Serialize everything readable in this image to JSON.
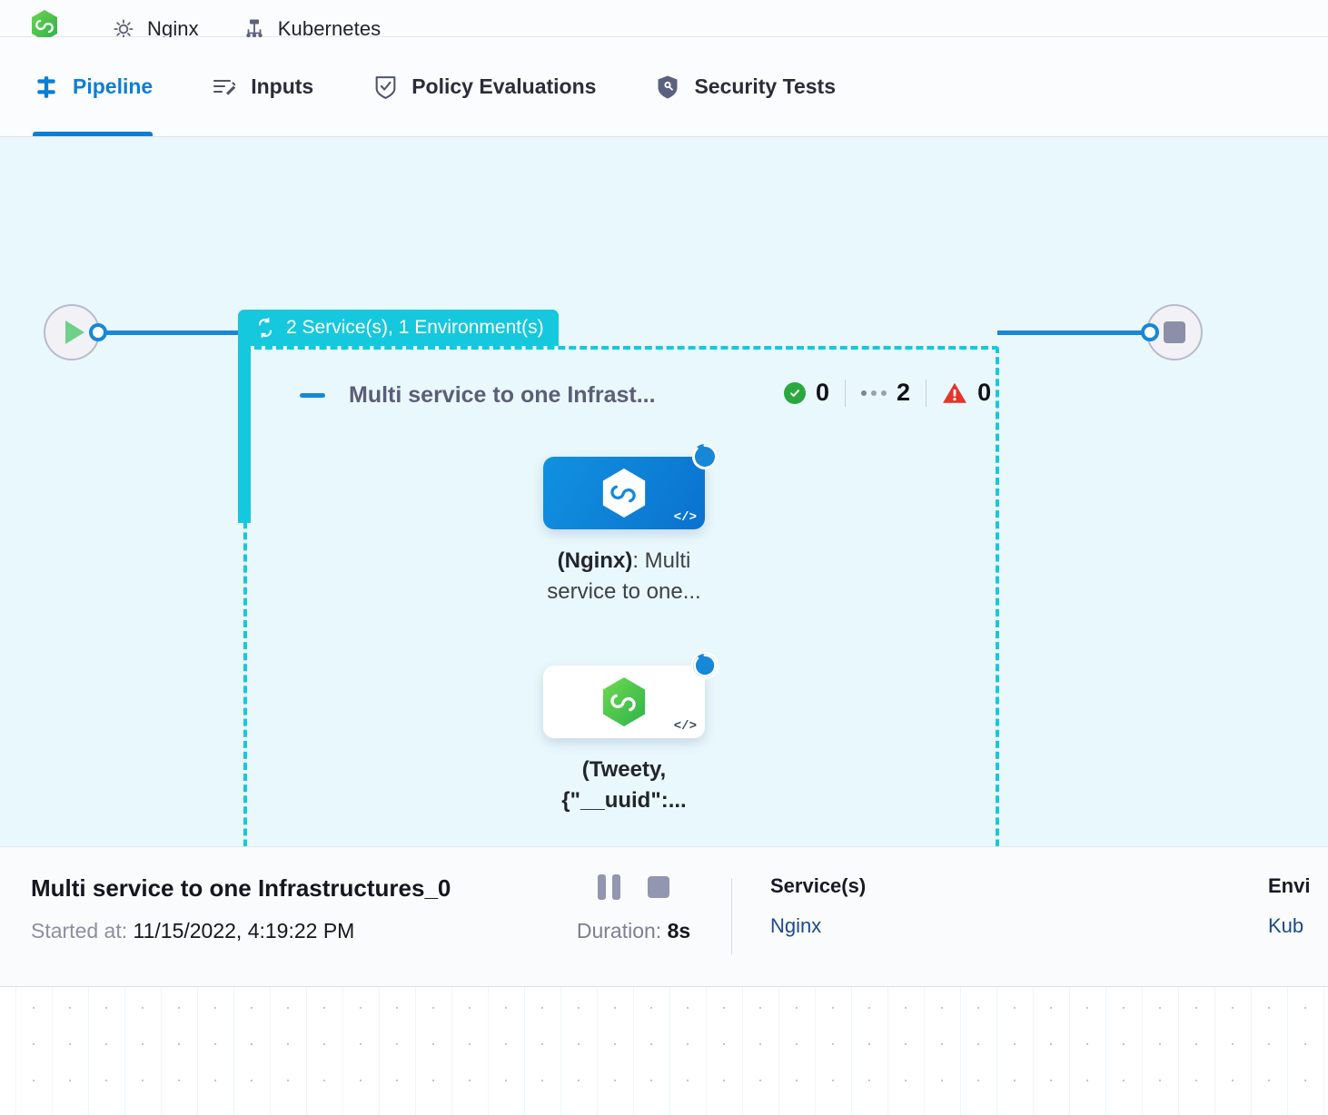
{
  "breadcrumbs": [
    {
      "icon": "harness-hexagon-logo",
      "label": ""
    },
    {
      "icon": "gear-icon",
      "label": "Nginx"
    },
    {
      "icon": "kubernetes-node-icon",
      "label": "Kubernetes"
    }
  ],
  "tabs": [
    {
      "id": "pipeline",
      "label": "Pipeline",
      "icon": "pipeline-icon",
      "active": true
    },
    {
      "id": "inputs",
      "label": "Inputs",
      "icon": "inputs-wand-icon",
      "active": false
    },
    {
      "id": "policy-evaluations",
      "label": "Policy Evaluations",
      "icon": "shield-check-icon",
      "active": false
    },
    {
      "id": "security-tests",
      "label": "Security Tests",
      "icon": "shield-scan-icon",
      "active": false
    }
  ],
  "canvas": {
    "group_badge": {
      "icon": "matrix-loop-icon",
      "label": "2 Service(s), 1 Environment(s)"
    },
    "stage": {
      "collapse_icon": "minus-collapse-icon",
      "title": "Multi service to one Infrast...",
      "status": [
        {
          "icon": "check-circle-icon",
          "value": "0"
        },
        {
          "icon": "running-dots-icon",
          "value": "2"
        },
        {
          "icon": "warning-triangle-icon",
          "value": "0"
        }
      ]
    },
    "services": [
      {
        "id": "nginx-node",
        "logo": "harness-hexagon-white-icon",
        "code_badge": "</>",
        "status_icon": "running-spinner-icon",
        "label_bold": "(Nginx)",
        "label_rest": ": Multi service to one..."
      },
      {
        "id": "tweety-node",
        "logo": "harness-hexagon-green-icon",
        "code_badge": "</>",
        "status_icon": "running-spinner-icon",
        "label_bold": "(Tweety, {\"__uuid\":...",
        "label_rest": ""
      }
    ],
    "start_node": {
      "icon": "play-icon"
    },
    "end_node": {
      "icon": "stop-icon"
    }
  },
  "info": {
    "title": "Multi service to one Infrastructures_0",
    "started_label": "Started at:",
    "started_value": "11/15/2022, 4:19:22 PM",
    "pause_icon": "pause-icon",
    "stop_icon": "stop-icon",
    "duration_label": "Duration:",
    "duration_value": "8s",
    "columns": [
      {
        "head": "Service(s)",
        "value": "Nginx"
      },
      {
        "head": "Envi",
        "value": "Kub"
      }
    ]
  },
  "colors": {
    "accent_blue": "#0c7ed6",
    "teal": "#16c8dd",
    "canvas_bg": "#e9f8fd",
    "success_green": "#2aa83f",
    "error_red": "#e5342a",
    "link_blue": "#1b4a8c"
  }
}
